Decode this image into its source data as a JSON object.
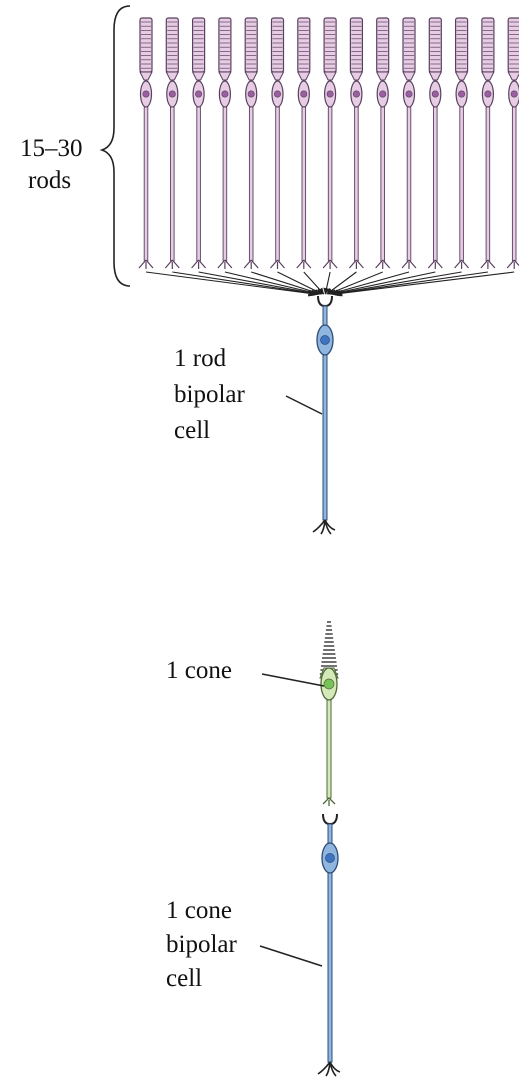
{
  "labels": {
    "rods_count": "15–30",
    "rods": "rods",
    "rod_bipolar": [
      "1 rod",
      "bipolar",
      "cell"
    ],
    "cone": "1 cone",
    "cone_bipolar": [
      "1 cone",
      "bipolar",
      "cell"
    ]
  },
  "rods": {
    "count": 15
  },
  "colors": {
    "rod_fill": "#e6cde3",
    "rod_stroke": "#5a4060",
    "rod_nucleus": "#9a5fa0",
    "bipolar_fill": "#8fb6de",
    "bipolar_stroke": "#2c4c78",
    "bipolar_nucleus": "#3f73c4",
    "cone_fill": "#d5e8b8",
    "cone_stroke": "#4f6a3a",
    "cone_nucleus": "#76c35a",
    "line": "#222222"
  }
}
